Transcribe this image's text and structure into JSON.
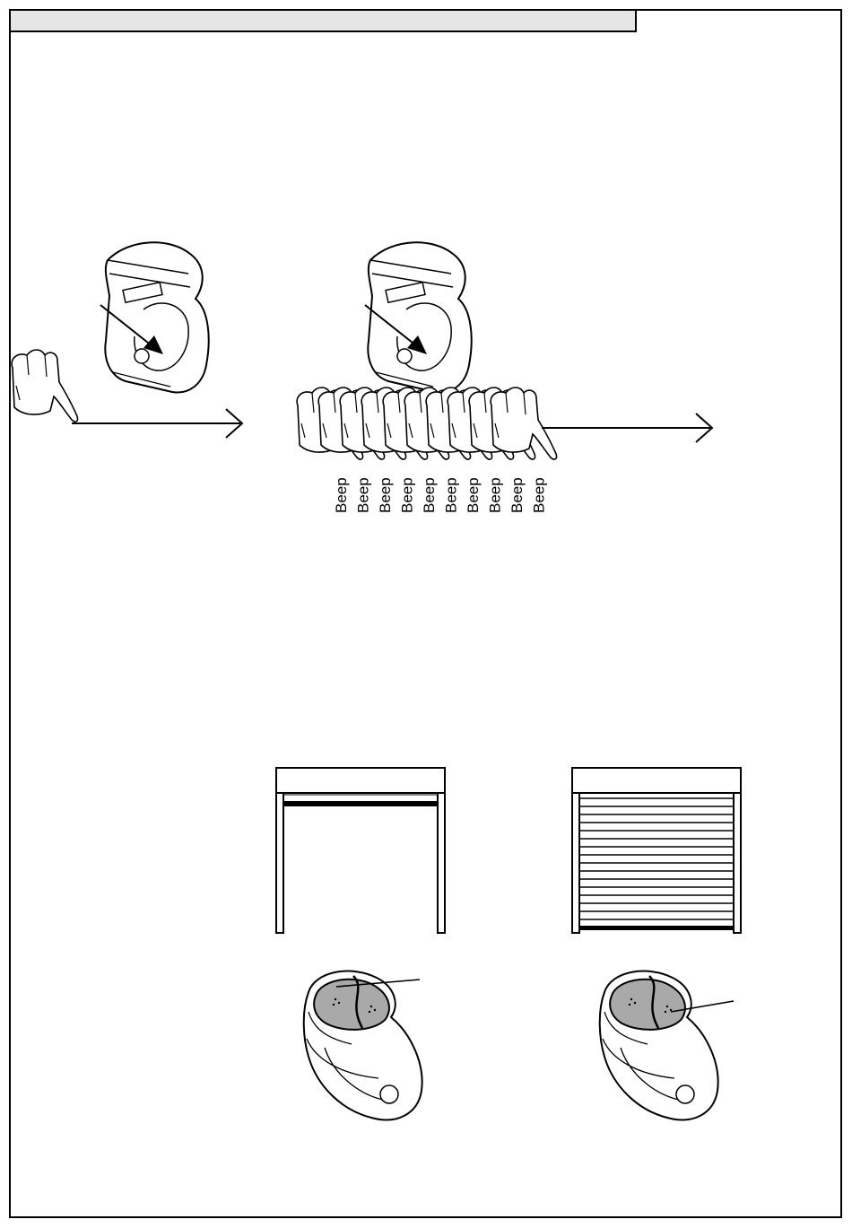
{
  "header": {
    "title": ""
  },
  "step1": {
    "beep_labels": [
      "Beep",
      "Beep",
      "Beep",
      "Beep",
      "Beep",
      "Beep",
      "Beep",
      "Beep",
      "Beep",
      "Beep"
    ]
  },
  "colors": {
    "frame": "#000000",
    "header_fill": "#e6e6e6",
    "remote_button": "#a9a9a9",
    "white": "#ffffff"
  },
  "icons": {
    "receiver": "receiver-unit-icon",
    "pointing_hand": "pointing-hand-icon",
    "arrow": "right-arrow-icon",
    "door_open": "open-shutter-door-icon",
    "door_closed": "closed-shutter-door-icon",
    "remote": "remote-control-icon"
  }
}
